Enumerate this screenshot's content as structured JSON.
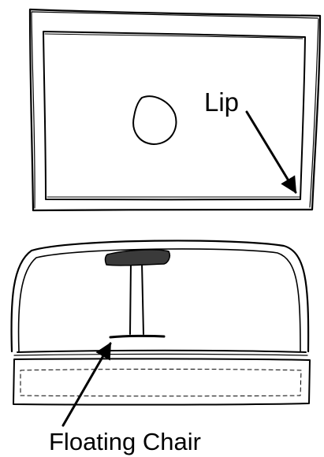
{
  "labels": {
    "lip": "Lip",
    "floating_chair": "Floating Chair"
  },
  "colors": {
    "ink": "#000000",
    "paper": "#ffffff",
    "hatch": "#3a3a3a"
  },
  "views": {
    "top_view": {
      "parts": [
        "outer-frame",
        "inner-frame",
        "center-hole",
        "lip-arrow"
      ]
    },
    "side_view": {
      "parts": [
        "housing",
        "base-band",
        "chair-pad",
        "chair-post",
        "floor-line",
        "chair-arrow"
      ]
    }
  }
}
